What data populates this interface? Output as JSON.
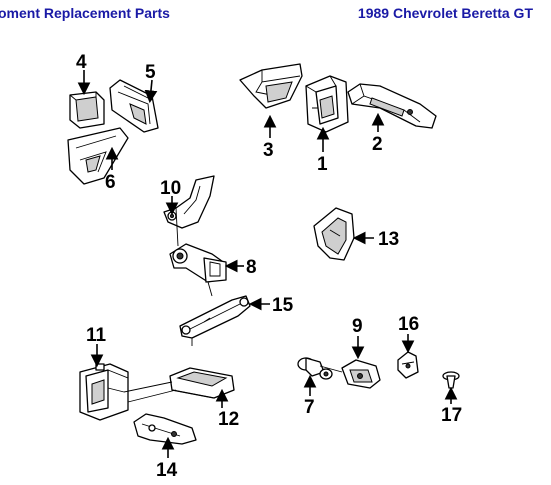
{
  "header": {
    "left_text": "oment Replacement Parts",
    "right_text": "1989 Chevrolet Beretta GT",
    "color": "#1a1aa6"
  },
  "callouts": [
    "1",
    "2",
    "3",
    "4",
    "5",
    "6",
    "7",
    "8",
    "9",
    "10",
    "11",
    "12",
    "13",
    "14",
    "15",
    "16",
    "17"
  ]
}
